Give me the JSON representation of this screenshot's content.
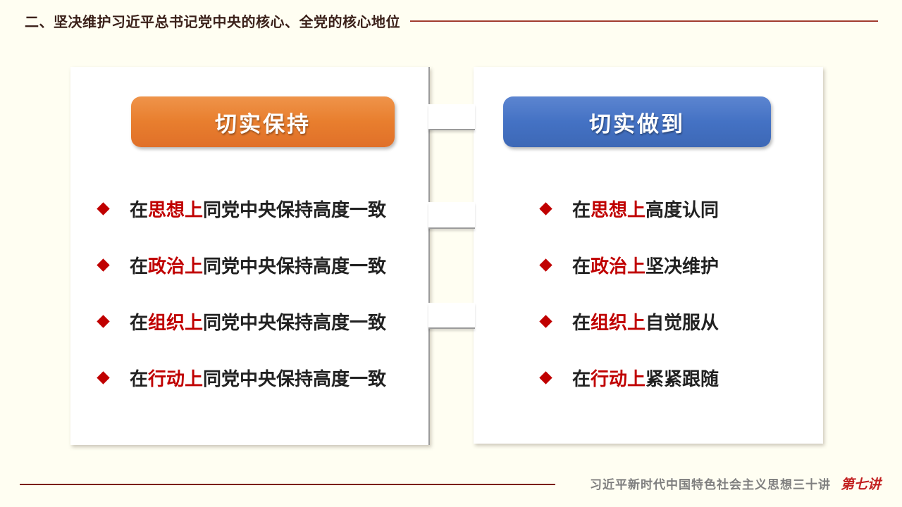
{
  "slide": {
    "background_color": "#FFFEF2",
    "card_bg": "#FFFFFF",
    "connector_line_color": "#9B9B9B"
  },
  "header": {
    "title": "二、坚决维护习近平总书记党中央的核心、全党的核心地位",
    "title_color": "#3B211A",
    "rule_color": "#A13C2F"
  },
  "left_panel": {
    "title": "切实保持",
    "title_bg_color": "#E87E2E",
    "items": [
      {
        "pre": "在",
        "highlight": "思想上",
        "rest": "同党中央保持高度一致"
      },
      {
        "pre": "在",
        "highlight": "政治上",
        "rest": "同党中央保持高度一致"
      },
      {
        "pre": "在",
        "highlight": "组织上",
        "rest": "同党中央保持高度一致"
      },
      {
        "pre": "在",
        "highlight": "行动上",
        "rest": "同党中央保持高度一致"
      }
    ]
  },
  "right_panel": {
    "title": "切实做到",
    "title_bg_color": "#4472C4",
    "items": [
      {
        "pre": "在",
        "highlight": "思想上",
        "rest": "高度认同"
      },
      {
        "pre": "在",
        "highlight": "政治上",
        "rest": "坚决维护"
      },
      {
        "pre": "在",
        "highlight": "组织上",
        "rest": "自觉服从"
      },
      {
        "pre": "在",
        "highlight": "行动上",
        "rest": "紧紧跟随"
      }
    ]
  },
  "footer": {
    "series_title": "习近平新时代中国特色社会主义思想三十讲",
    "lecture_label": "第七讲",
    "series_color": "#7F7F7F",
    "lecture_color": "#C21F1F",
    "rule_color": "#7B1F15"
  },
  "colors": {
    "highlight_red": "#C00000",
    "body_text": "#212121"
  },
  "icons": {
    "list_bullet": "diamond-shape"
  }
}
